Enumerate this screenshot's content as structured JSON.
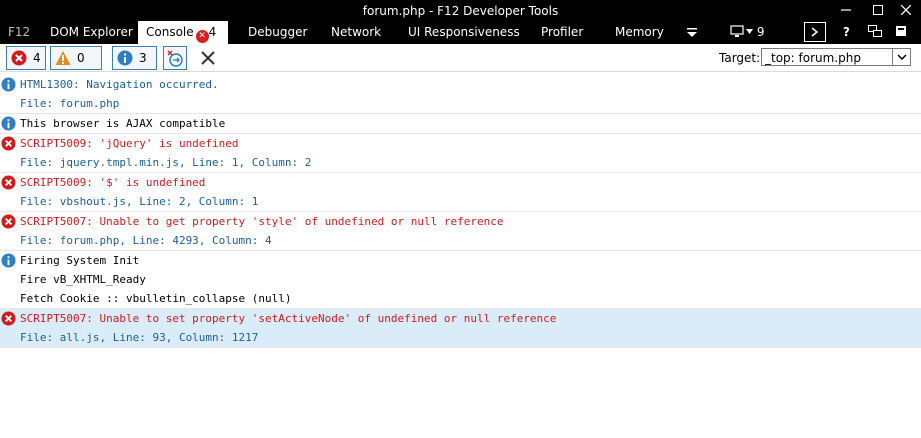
{
  "window": {
    "title": "forum.php - F12 Developer Tools",
    "controls": [
      "minimize",
      "maximize",
      "close"
    ]
  },
  "tabs": [
    {
      "id": "f12",
      "label": "F12"
    },
    {
      "id": "dom",
      "label": "DOM Explorer"
    },
    {
      "id": "console",
      "label": "Console",
      "badge": "4",
      "active": true
    },
    {
      "id": "debugger",
      "label": "Debugger"
    },
    {
      "id": "network",
      "label": "Network"
    },
    {
      "id": "ui",
      "label": "UI Responsiveness"
    },
    {
      "id": "profiler",
      "label": "Profiler"
    },
    {
      "id": "memory",
      "label": "Memory"
    }
  ],
  "tab_extras": {
    "emulation_count": "9"
  },
  "toolbar": {
    "errors_count": "4",
    "warnings_count": "0",
    "messages_count": "3",
    "target_label": "Target:",
    "target_value": "_top: forum.php"
  },
  "messages": [
    {
      "type": "info",
      "text": "HTML1300: Navigation occurred.",
      "detail": "File: forum.php"
    },
    {
      "type": "info",
      "text": "This browser is AJAX compatible"
    },
    {
      "type": "error",
      "text": "SCRIPT5009: 'jQuery' is undefined",
      "detail": "File: jquery.tmpl.min.js, Line: 1, Column: 2"
    },
    {
      "type": "error",
      "text": "SCRIPT5009: '$' is undefined",
      "detail": "File: vbshout.js, Line: 2, Column: 1"
    },
    {
      "type": "error",
      "text": "SCRIPT5007: Unable to get property 'style' of undefined or null reference",
      "detail": "File: forum.php, Line: 4293, Column: 4"
    },
    {
      "type": "info",
      "text": "Firing System Init",
      "extra": [
        "Fire vB_XHTML_Ready",
        "Fetch Cookie :: vbulletin_collapse (null)"
      ]
    },
    {
      "type": "error",
      "text": "SCRIPT5007: Unable to set property 'setActiveNode' of undefined or null reference",
      "detail": "File: all.js, Line: 93, Column: 1217",
      "highlighted": true
    }
  ],
  "colors": {
    "error": "#d21b1b",
    "info": "#1a5e9e",
    "warning": "#e8891d",
    "accent": "#3c7fb1"
  }
}
